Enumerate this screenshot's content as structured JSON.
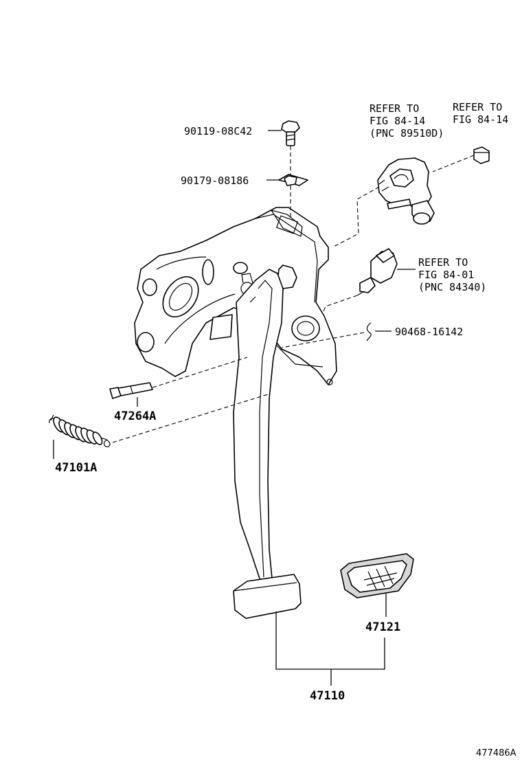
{
  "labels": {
    "bolt": "90119-08C42",
    "nut": "90179-08186",
    "refer_left": [
      "REFER TO",
      "FIG 84-14",
      "(PNC 89510D)"
    ],
    "refer_right": [
      "REFER TO",
      "FIG 84-14"
    ],
    "refer_switch": [
      "REFER TO",
      "FIG 84-01",
      "(PNC 84340)"
    ],
    "clip": "90468-16142",
    "pin": "47264A",
    "spring": "47101A",
    "pad": "47121",
    "pedal": "47110",
    "figure_id": "477486A"
  }
}
